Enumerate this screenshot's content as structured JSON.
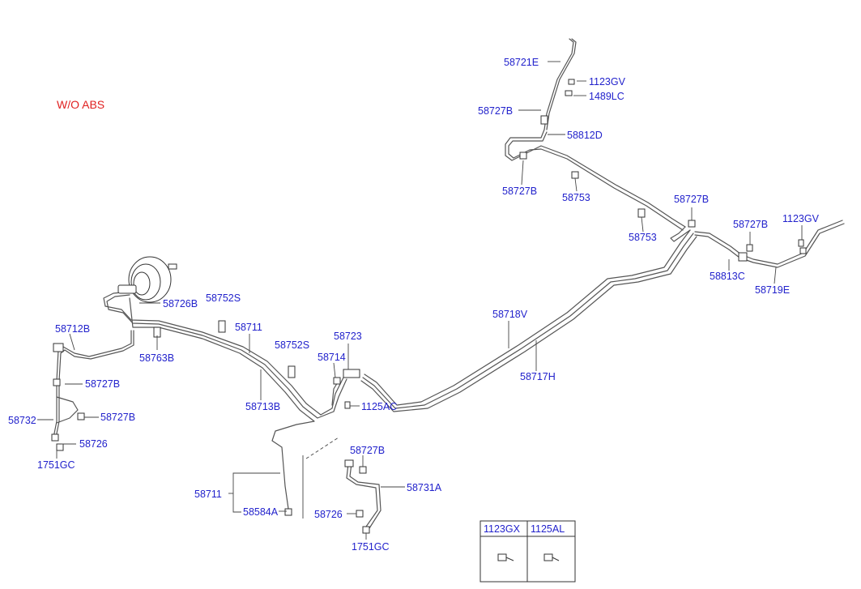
{
  "title": "W/O ABS",
  "labels": {
    "l58721E": "58721E",
    "l1123GV_top": "1123GV",
    "l1489LC": "1489LC",
    "l58727B_a": "58727B",
    "l58812D": "58812D",
    "l58727B_b": "58727B",
    "l58753_a": "58753",
    "l58727B_c": "58727B",
    "l58753_b": "58753",
    "l58727B_d": "58727B",
    "l1123GV_right": "1123GV",
    "l58813C": "58813C",
    "l58719E": "58719E",
    "l58726B": "58726B",
    "l58752S_a": "58752S",
    "l58711_a": "58711",
    "l58712B": "58712B",
    "l58763B": "58763B",
    "l58752S_b": "58752S",
    "l58723": "58723",
    "l58714": "58714",
    "l58718V": "58718V",
    "l58717H": "58717H",
    "l58727B_e": "58727B",
    "l58732": "58732",
    "l58727B_f": "58727B",
    "l58726_a": "58726",
    "l1751GC_a": "1751GC",
    "l58713B": "58713B",
    "l1125AC": "1125AC",
    "l58727B_g": "58727B",
    "l58731A": "58731A",
    "l58711_b": "58711",
    "l58584A": "58584A",
    "l58726_b": "58726",
    "l1751GC_b": "1751GC"
  },
  "table": {
    "headers": [
      "1123GX",
      "1125AL"
    ]
  },
  "colors": {
    "label": "#2222cc",
    "title": "#e02020",
    "line": "#555555"
  }
}
